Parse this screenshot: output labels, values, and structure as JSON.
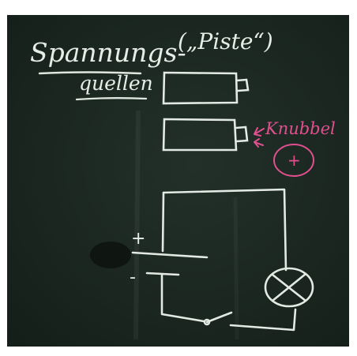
{
  "board": {
    "heading": "Spannungs-",
    "heading_second_line": "quellen",
    "quote": "(„Piste“)",
    "annotation": "Knubbel",
    "plus_circle_symbol": "+",
    "battery_plus_symbol": "+",
    "battery_minus_symbol": "-"
  },
  "colors": {
    "board": "#1d2a22",
    "chalk_white": "#e6ece6",
    "chalk_pink": "#e0508e",
    "frame": "#ffffff"
  }
}
